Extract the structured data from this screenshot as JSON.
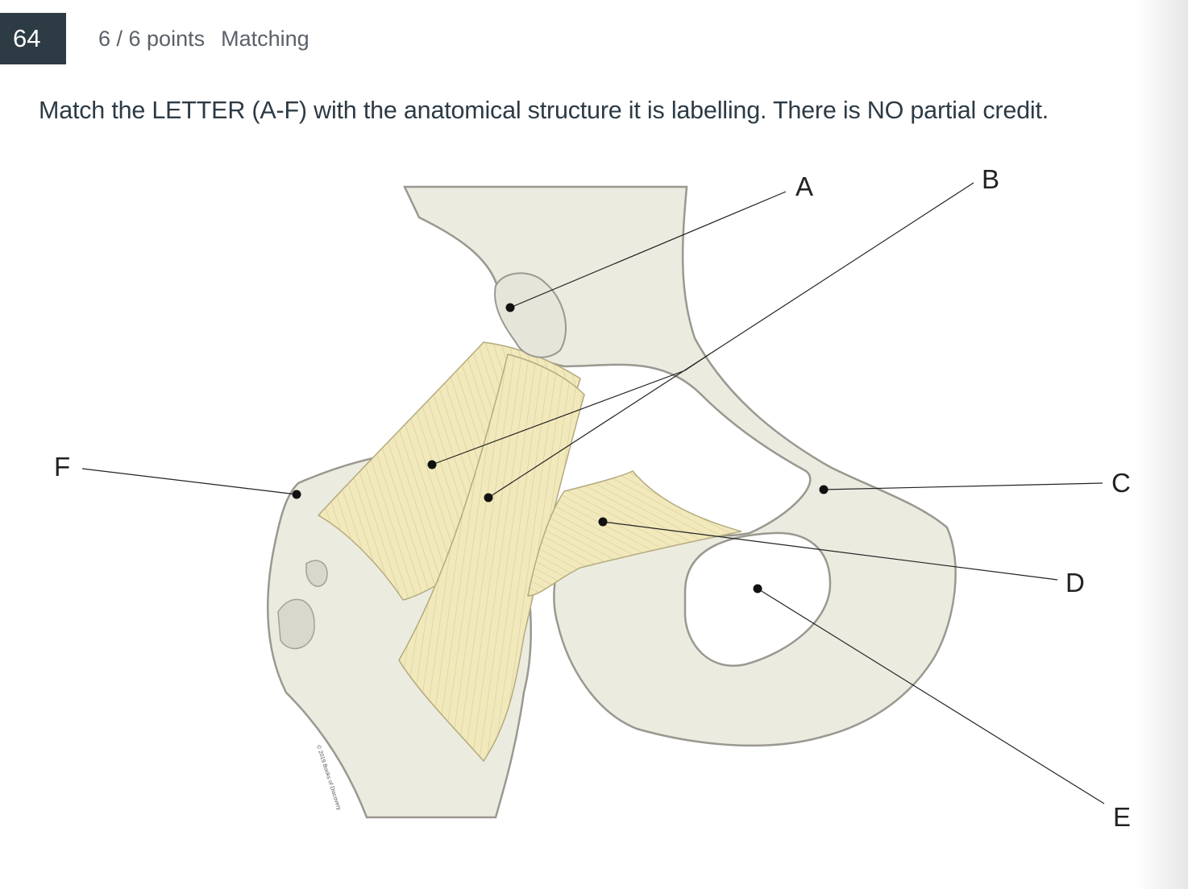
{
  "question": {
    "number": "64",
    "points": "6 / 6 points",
    "type": "Matching",
    "prompt": "Match the LETTER (A-F) with the anatomical structure it is labelling.  There is NO partial credit."
  },
  "diagram": {
    "labels": [
      "A",
      "B",
      "C",
      "D",
      "E",
      "F"
    ],
    "credit": "© 2019 Books of Discovery",
    "colors": {
      "bone": "#ecebe0",
      "bone_outline": "#9a9890",
      "ligament": "#f1e9bb",
      "ligament_fiber": "#c9bf8c",
      "leader_line": "#222222"
    }
  }
}
